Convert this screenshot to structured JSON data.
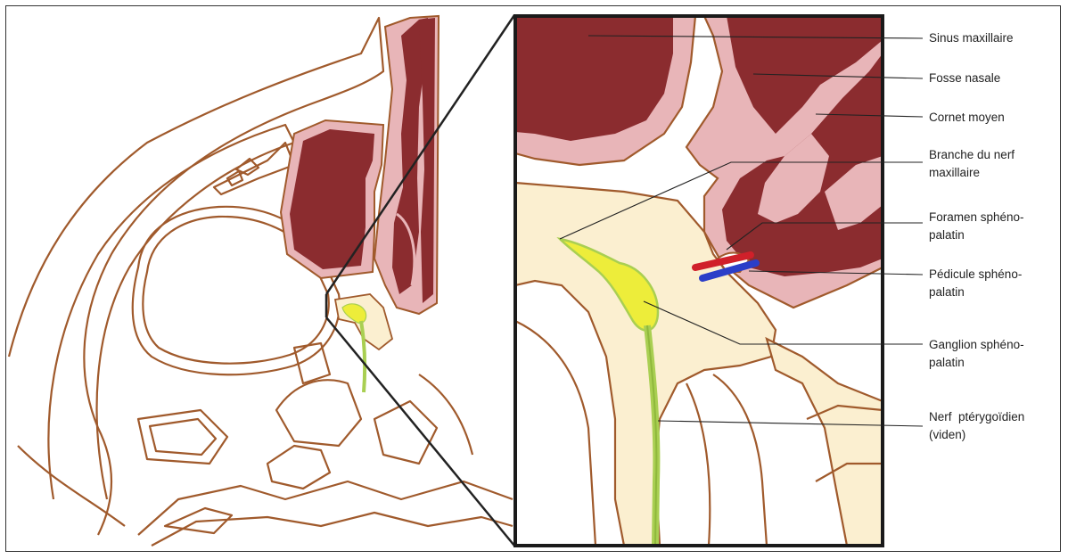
{
  "labels": {
    "sinus_maxillaire": "Sinus maxillaire",
    "fosse_nasale": "Fosse nasale",
    "cornet_moyen": "Cornet moyen",
    "branche_nerf": {
      "line1": "Branche du nerf",
      "line2": "maxillaire"
    },
    "foramen": {
      "line1": "Foramen sphéno-",
      "line2": "palatin"
    },
    "pedicule": {
      "line1": "Pédicule sphéno-",
      "line2": "palatin"
    },
    "ganglion": {
      "line1": "Ganglion sphéno-",
      "line2": "palatin"
    },
    "nerf_pterygoidien": {
      "line1": "Nerf  ptérygoïdien",
      "line2": "(viden)"
    }
  },
  "colors": {
    "outline": "#a05a2c",
    "dark_mucosa": "#8b2c2f",
    "light_mucosa": "#e8b5b8",
    "bone": "#fbefd0",
    "ganglion": "#eded3a",
    "nerve": "#a9cf52",
    "artery": "#d0202a",
    "vein": "#2b3ec8",
    "leader": "#222222"
  }
}
